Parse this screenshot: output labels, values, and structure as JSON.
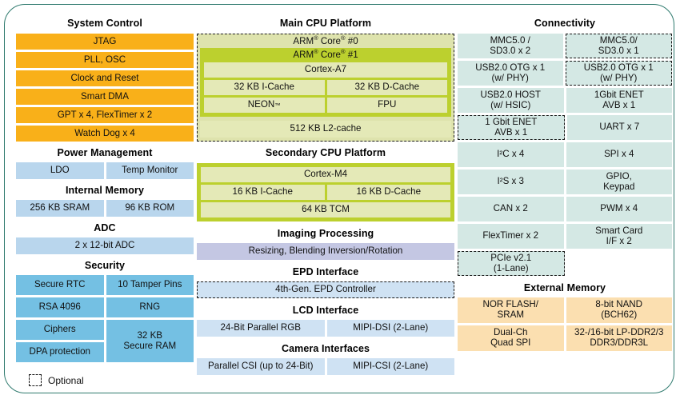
{
  "diagram": {
    "legend": {
      "swatch": "dashed-square-icon",
      "label": "Optional"
    },
    "colors": {
      "border": "#2f7a6e",
      "system_control": "#f9b019",
      "power_internal_adc": "#b9d6ed",
      "security": "#74c0e3",
      "cpu_frame": "#bcd02e",
      "cpu_inner": "#e4e9b7",
      "cpu_optional": "#dee3ad",
      "imaging": "#c4c7e3",
      "epd": "#cfe2f3",
      "connectivity": "#d4e8e4",
      "external_memory": "#fbdfb0"
    }
  },
  "left": {
    "system_control": {
      "title": "System Control",
      "items": [
        "JTAG",
        "PLL, OSC",
        "Clock and Reset",
        "Smart DMA",
        "GPT x 4, FlexTimer x 2",
        "Watch Dog x 4"
      ]
    },
    "power_management": {
      "title": "Power Management",
      "items": [
        "LDO",
        "Temp Monitor"
      ]
    },
    "internal_memory": {
      "title": "Internal Memory",
      "items": [
        "256 KB SRAM",
        "96 KB ROM"
      ]
    },
    "adc": {
      "title": "ADC",
      "items": [
        "2 x 12-bit ADC"
      ]
    },
    "security": {
      "title": "Security",
      "left_items": [
        "Secure RTC",
        "RSA 4096",
        "Ciphers",
        "DPA protection"
      ],
      "right_items": [
        "10 Tamper Pins",
        "RNG",
        "32 KB\nSecure RAM"
      ]
    }
  },
  "middle": {
    "main_cpu": {
      "title": "Main CPU Platform",
      "core0_label": "ARM® Core® #0",
      "core0_optional": true,
      "core1_label": "ARM® Core® #1",
      "cortex": "Cortex-A7",
      "caches": [
        "32 KB I-Cache",
        "32 KB D-Cache"
      ],
      "units": [
        "NEON™",
        "FPU"
      ],
      "l2": "512 KB L2-cache"
    },
    "secondary_cpu": {
      "title": "Secondary CPU Platform",
      "cortex": "Cortex-M4",
      "caches": [
        "16 KB I-Cache",
        "16 KB D-Cache"
      ],
      "tcm": "64 KB TCM"
    },
    "imaging": {
      "title": "Imaging Processing",
      "items": [
        "Resizing, Blending Inversion/Rotation"
      ]
    },
    "epd": {
      "title": "EPD Interface",
      "items": [
        "4th-Gen. EPD Controller"
      ],
      "optional": true
    },
    "lcd": {
      "title": "LCD Interface",
      "items": [
        "24-Bit Parallel RGB",
        "MIPI-DSI (2-Lane)"
      ]
    },
    "camera": {
      "title": "Camera Interfaces",
      "items": [
        "Parallel CSI (up to 24-Bit)",
        "MIPI-CSI (2-Lane)"
      ]
    }
  },
  "right": {
    "connectivity": {
      "title": "Connectivity",
      "rows": [
        {
          "left": "MMC5.0 /\nSD3.0 x 2",
          "left_optional": false,
          "right": "MMC5.0/\nSD3.0 x 1",
          "right_optional": true
        },
        {
          "left": "USB2.0 OTG x 1\n(w/ PHY)",
          "left_optional": false,
          "right": "USB2.0 OTG x 1\n(w/ PHY)",
          "right_optional": true
        },
        {
          "left": "USB2.0 HOST\n(w/ HSIC)",
          "left_optional": false,
          "right": "1Gbit ENET\nAVB x 1",
          "right_optional": false
        },
        {
          "left": "1 Gbit ENET\nAVB x 1",
          "left_optional": true,
          "right": "UART x 7",
          "right_optional": false
        },
        {
          "left": "I²C x 4",
          "left_optional": false,
          "right": "SPI x 4",
          "right_optional": false
        },
        {
          "left": "I²S x 3",
          "left_optional": false,
          "right": "GPIO,\nKeypad",
          "right_optional": false
        },
        {
          "left": "CAN x 2",
          "left_optional": false,
          "right": "PWM x 4",
          "right_optional": false
        },
        {
          "left": "FlexTimer x 2",
          "left_optional": false,
          "right": "Smart Card\nI/F x 2",
          "right_optional": false
        },
        {
          "left": "PCIe v2.1\n(1-Lane)",
          "left_optional": true,
          "right": "",
          "right_optional": false
        }
      ]
    },
    "external_memory": {
      "title": "External Memory",
      "rows": [
        {
          "left": "NOR FLASH/\nSRAM",
          "right": "8-bit NAND\n(BCH62)"
        },
        {
          "left": "Dual-Ch\nQuad SPI",
          "right": "32-/16-bit LP-DDR2/3\nDDR3/DDR3L"
        }
      ]
    }
  }
}
